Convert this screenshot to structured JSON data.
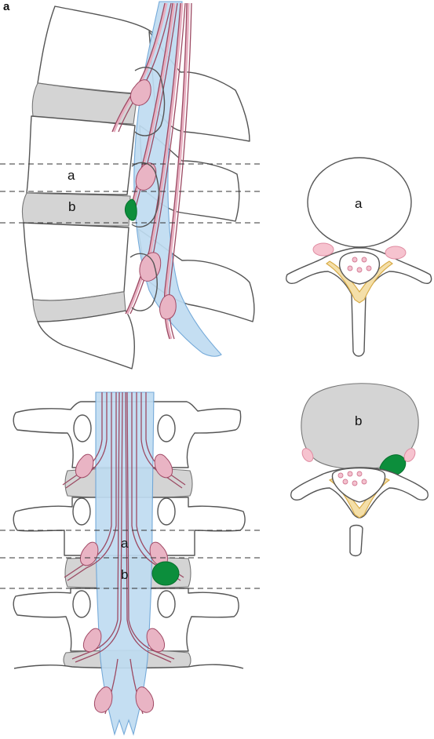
{
  "panel_label": "a",
  "lateral_view": {
    "level_a_label": "a",
    "level_b_label": "b"
  },
  "posterior_view": {
    "level_a_label": "a",
    "level_b_label": "b"
  },
  "axial_a": {
    "label": "a"
  },
  "axial_b": {
    "label": "b"
  },
  "colors": {
    "disc": "#d4d4d4",
    "dural_sac": "#bfdcf1",
    "nerve_root": "#e9b4c4",
    "herniation": "#0c8e3c",
    "ligamentum_flavum": "#f4dfa9"
  }
}
